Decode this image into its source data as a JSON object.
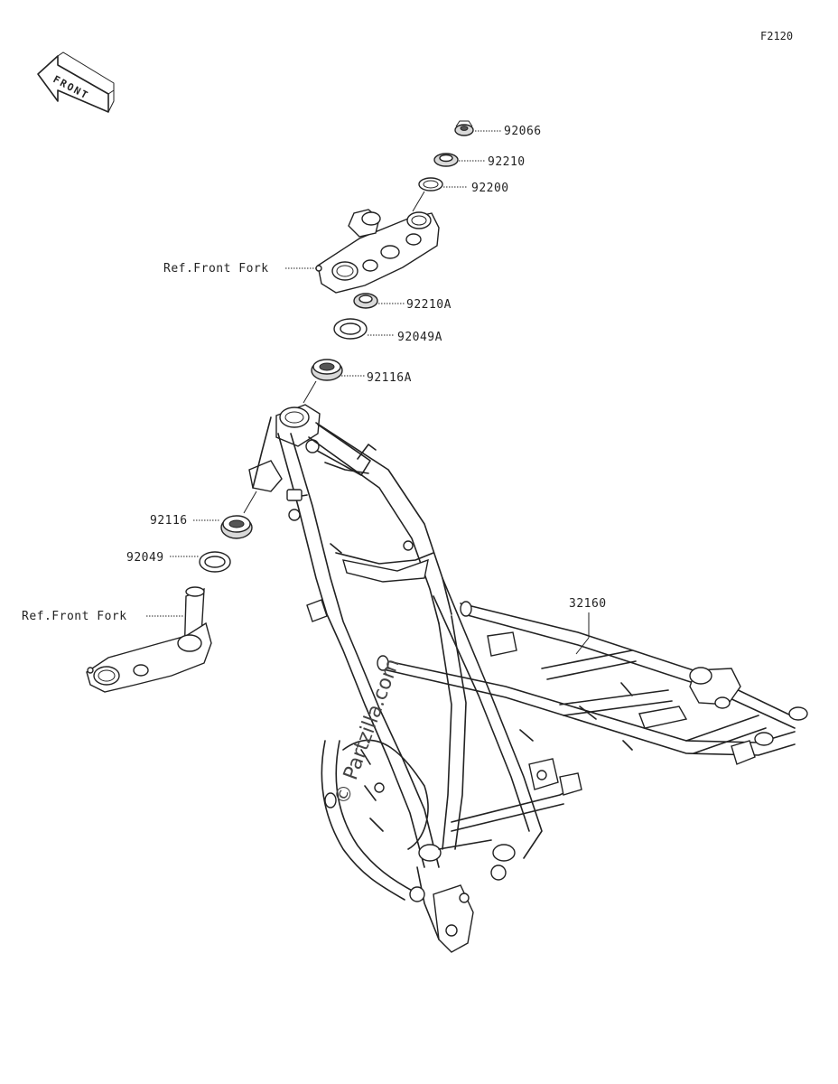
{
  "diagram_code": "F2120",
  "front_arrow_label": "FRONT",
  "watermark": "© Partzilla.com",
  "callouts": {
    "p92066": "92066",
    "p92210": "92210",
    "p92200": "92200",
    "ref_upper": "Ref.Front Fork",
    "p92210A": "92210A",
    "p92049A": "92049A",
    "p92116A": "92116A",
    "p92116": "92116",
    "p92049": "92049",
    "ref_lower": "Ref.Front Fork",
    "p32160": "32160"
  }
}
